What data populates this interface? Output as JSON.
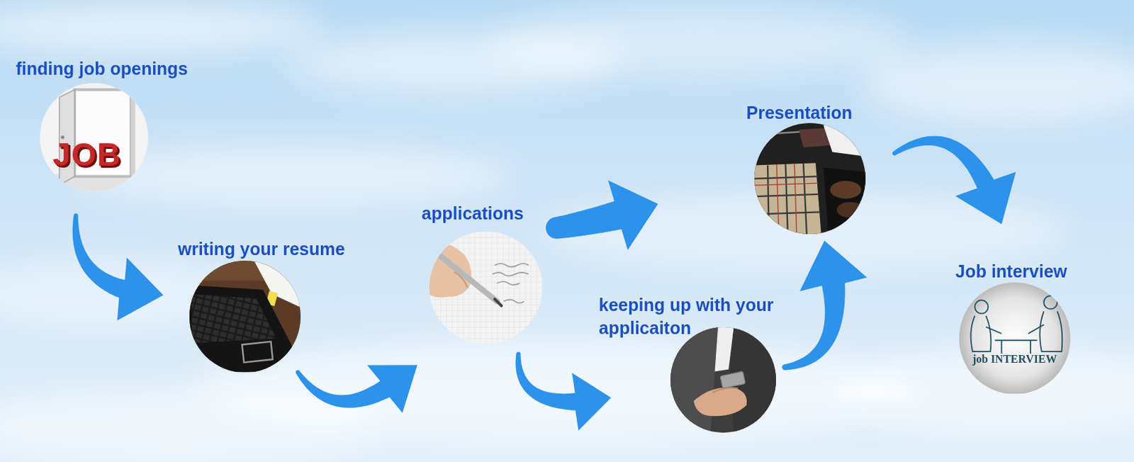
{
  "diagram": {
    "nodes": [
      {
        "text": [
          "finding job openings"
        ]
      },
      {
        "text": [
          "writing your resume"
        ]
      },
      {
        "text": [
          "applications"
        ]
      },
      {
        "text": [
          "keeping up with your applicaiton"
        ]
      },
      {
        "text": [
          "Presentation"
        ]
      },
      {
        "text": [
          "Job interview"
        ]
      }
    ],
    "edges": [
      {
        "from": 0,
        "to": 1,
        "arrow": "to"
      },
      {
        "from": 1,
        "to": 2,
        "arrow": "to"
      },
      {
        "from": 2,
        "to": 4,
        "arrow": "to"
      },
      {
        "from": 2,
        "to": 3,
        "arrow": "to"
      },
      {
        "from": 3,
        "to": 4,
        "arrow": "to"
      },
      {
        "from": 4,
        "to": 5,
        "arrow": "to"
      }
    ],
    "labels": [
      "JOB",
      "job INTERVIEW"
    ]
  }
}
